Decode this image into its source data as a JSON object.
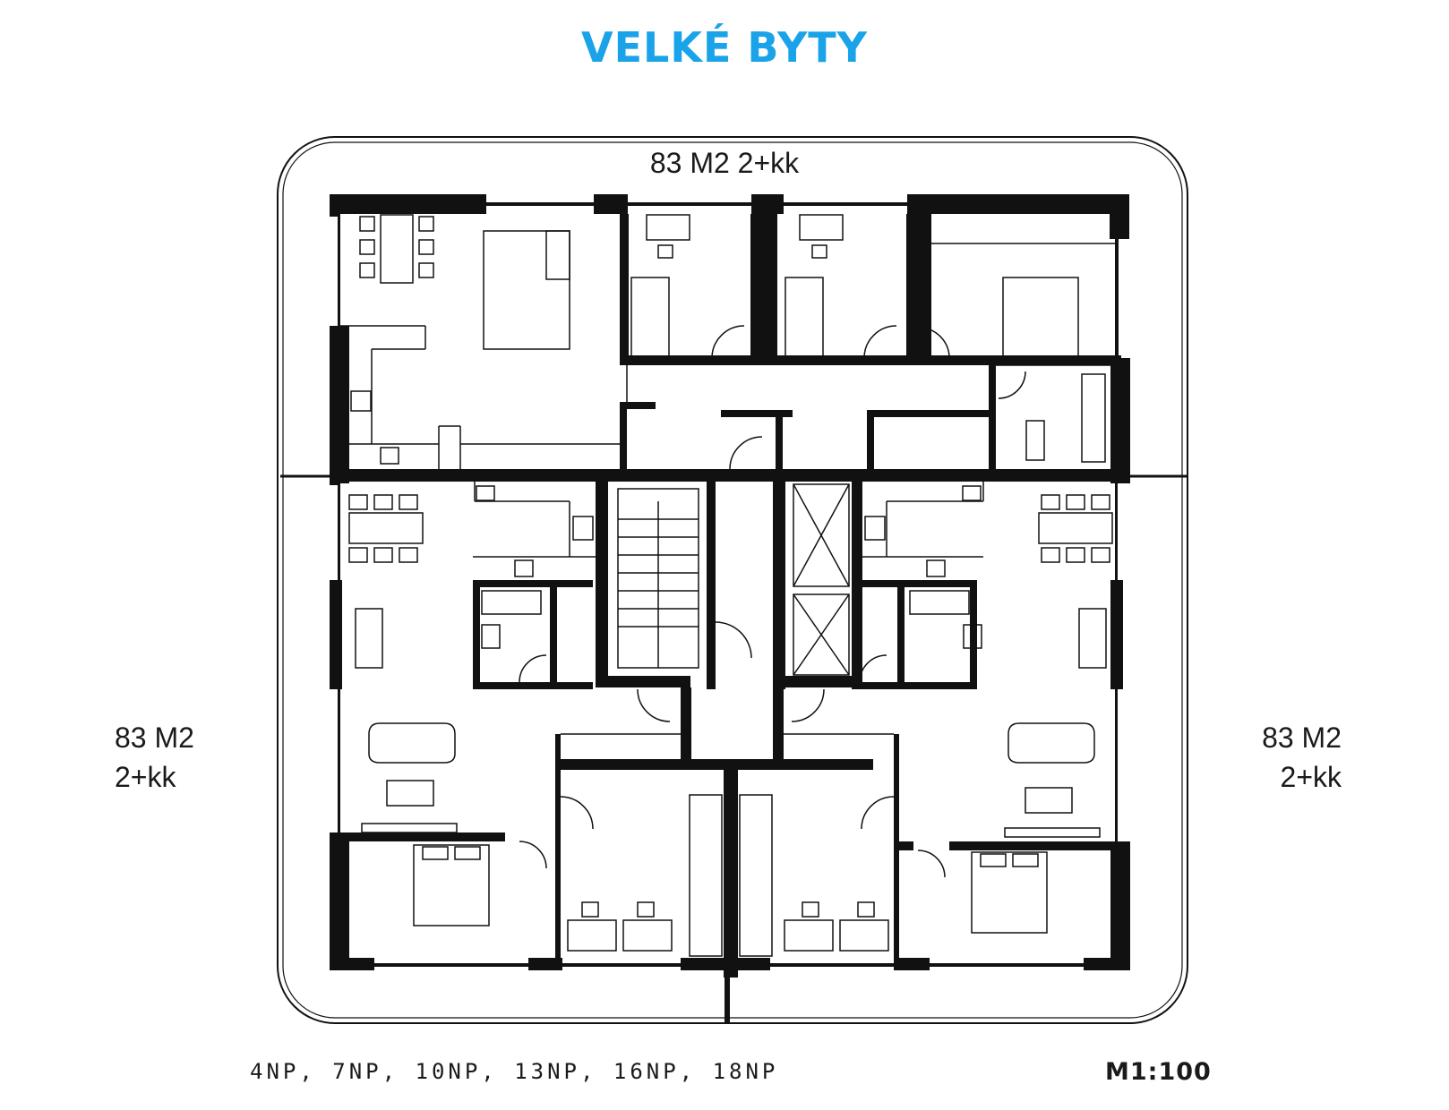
{
  "title": "VELKÉ BYTY",
  "title_color": "#1aa3e8",
  "units": {
    "top": "83 M2  2+kk",
    "left_area": "83 M2",
    "left_type": "2+kk",
    "right_area": "83 M2",
    "right_type": "2+kk"
  },
  "floors": "4NP, 7NP, 10NP, 13NP, 16NP, 18NP",
  "scale": "M1:100",
  "wall_color": "#111111"
}
